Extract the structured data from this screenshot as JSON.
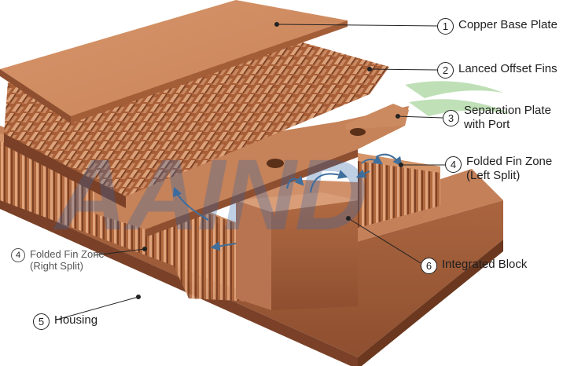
{
  "watermark": "AAIND",
  "callouts": [
    {
      "num": "1",
      "line1": "Copper Base Plate",
      "line2": ""
    },
    {
      "num": "2",
      "line1": "Lanced Offset Fins",
      "line2": ""
    },
    {
      "num": "3",
      "line1": "Separation Plate",
      "line2": "with Port"
    },
    {
      "num": "4",
      "line1": "Folded Fin Zone",
      "line2": "(Left Split)"
    },
    {
      "num": "4",
      "line1": "Folded Fin Zone",
      "line2": "(Right Split)"
    },
    {
      "num": "6",
      "line1": "Integrated Block",
      "line2": ""
    },
    {
      "num": "5",
      "line1": "Housing",
      "line2": ""
    }
  ],
  "colors": {
    "copper_light": "#d99a72",
    "copper_mid": "#c07a52",
    "copper_dark": "#8e4f30",
    "flow_arrow": "#3f6f9c",
    "watermark_blue": "#2f64a8",
    "watermark_green": "#5aaa4a"
  }
}
